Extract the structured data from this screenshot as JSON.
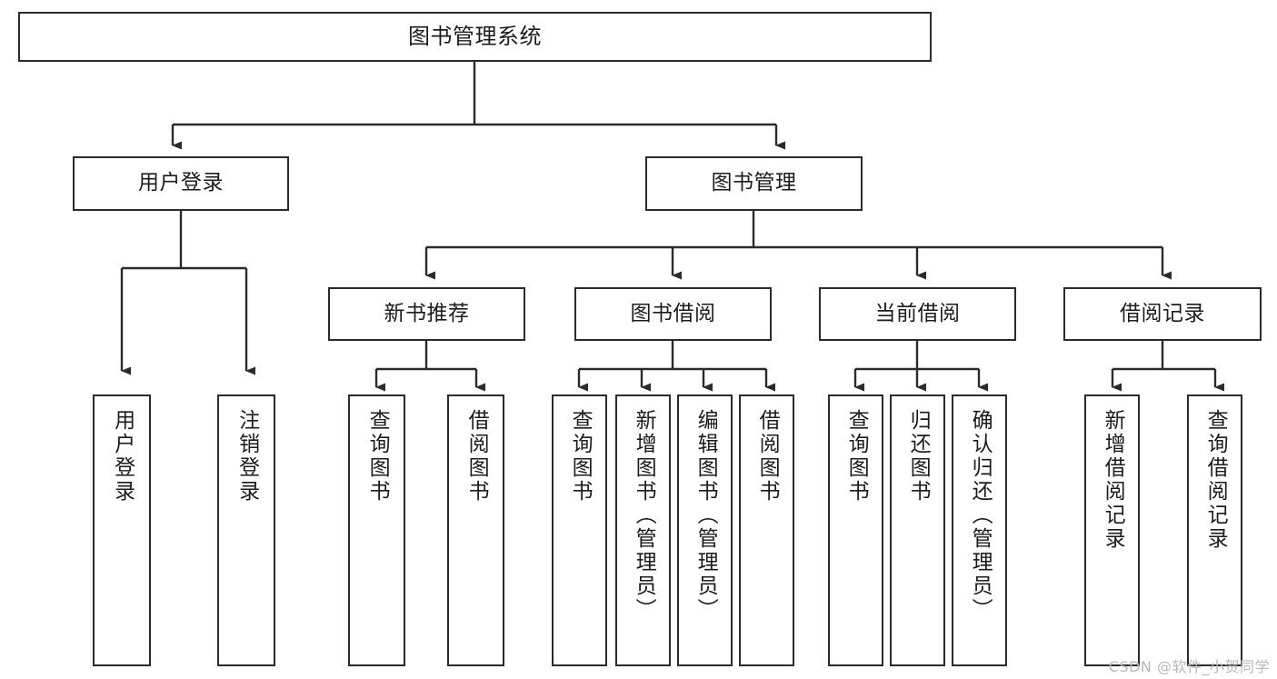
{
  "diagram": {
    "type": "tree",
    "title": "图书管理系统",
    "stroke_color": "#2b2b2b",
    "fill_color": "#ffffff",
    "text_color": "#1c1c1c",
    "nodes": {
      "root": {
        "label": "图书管理系统"
      },
      "l1": [
        {
          "id": "user-login",
          "label": "用户登录"
        },
        {
          "id": "book-manage",
          "label": "图书管理"
        }
      ],
      "l2": [
        {
          "id": "new-book-recommend",
          "label": "新书推荐"
        },
        {
          "id": "book-borrow",
          "label": "图书借阅"
        },
        {
          "id": "current-borrow",
          "label": "当前借阅"
        },
        {
          "id": "borrow-record",
          "label": "借阅记录"
        }
      ],
      "leaves": [
        {
          "id": "leaf-user-login",
          "label": "用户登录"
        },
        {
          "id": "leaf-logout-login",
          "label": "注销登录"
        },
        {
          "id": "leaf-query-book-1",
          "label": "查询图书"
        },
        {
          "id": "leaf-borrow-book-1",
          "label": "借阅图书"
        },
        {
          "id": "leaf-query-book-2",
          "label": "查询图书"
        },
        {
          "id": "leaf-add-book-admin",
          "label": "新增图书（管理员）"
        },
        {
          "id": "leaf-edit-book-admin",
          "label": "编辑图书（管理员）"
        },
        {
          "id": "leaf-borrow-book-2",
          "label": "借阅图书"
        },
        {
          "id": "leaf-query-book-3",
          "label": "查询图书"
        },
        {
          "id": "leaf-return-book",
          "label": "归还图书"
        },
        {
          "id": "leaf-confirm-return-admin",
          "label": "确认归还（管理员）"
        },
        {
          "id": "leaf-add-borrow-record",
          "label": "新增借阅记录"
        },
        {
          "id": "leaf-query-borrow-record",
          "label": "查询借阅记录"
        }
      ]
    },
    "watermark": "CSDN @软件_小贺同学"
  }
}
